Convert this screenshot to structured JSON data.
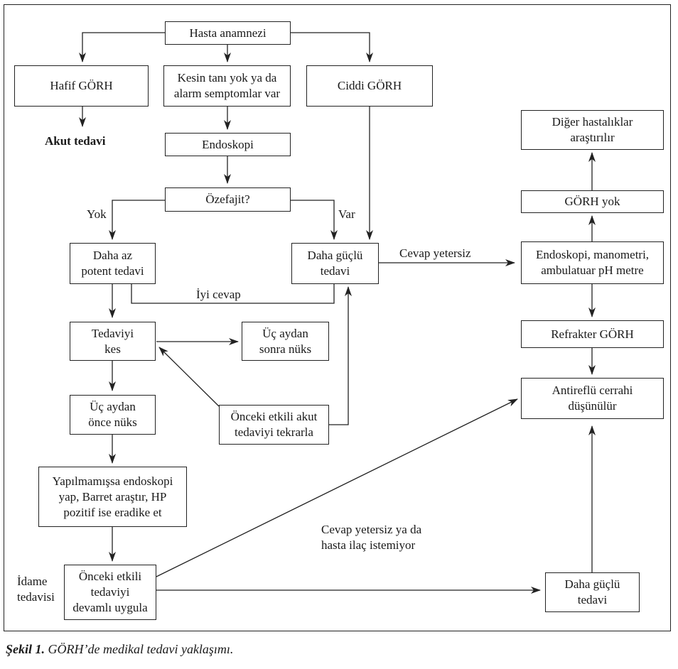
{
  "nodes": {
    "hasta_anamnezi": "Hasta anamnezi",
    "hafif_gorh": "Hafif GÖRH",
    "kesin_tani": "Kesin tanı yok ya da\nalarm semptomlar var",
    "ciddi_gorh": "Ciddi GÖRH",
    "akut_tedavi": "Akut tedavi",
    "endoskopi": "Endoskopi",
    "ozefajit": "Özefajit?",
    "daha_az_potent": "Daha az\npotent tedavi",
    "daha_guclu_1": "Daha güçlü\ntedavi",
    "tedaviyi_kes": "Tedaviyi\nkes",
    "uc_aydan_sonra": "Üç aydan\nsonra nüks",
    "uc_aydan_once": "Üç aydan\nönce nüks",
    "onceki_etkili_akut": "Önceki etkili akut\ntedaviyi tekrarla",
    "yapilmamissa": "Yapılmamışsa endoskopi\nyap, Barret araştır, HP\npozitif ise eradike et",
    "onceki_etkili_devamli": "Önceki etkili\ntedaviyi\ndevamlı uygula",
    "daha_guclu_2": "Daha güçlü\ntedavi",
    "diger_hastaliklar": "Diğer hastalıklar\naraştırılır",
    "gorh_yok": "GÖRH yok",
    "endoskopi_manometri": "Endoskopi, manometri,\nambulatuar pH metre",
    "refrakter": "Refrakter GÖRH",
    "antireflu": "Antireflü cerrahi\ndüşünülür"
  },
  "labels": {
    "yok": "Yok",
    "var": "Var",
    "iyi_cevap": "İyi cevap",
    "cevap_yetersiz": "Cevap yetersiz",
    "cevap_yetersiz_ya_da": "Cevap yetersiz ya da\nhasta ilaç istemiyor",
    "idame": "İdame\ntedavisi"
  },
  "caption": {
    "prefix": "Şekil 1.",
    "text": " GÖRH’de medikal tedavi yaklaşımı."
  }
}
